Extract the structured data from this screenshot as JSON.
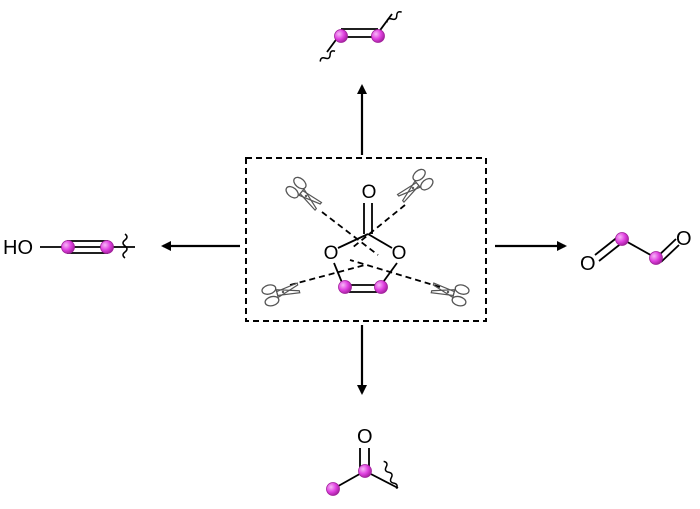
{
  "diagram": {
    "center": {
      "carbonyl_oxygen": "O",
      "ring_oxygen_left": "O",
      "ring_oxygen_right": "O"
    },
    "left_product": {
      "hydroxyl": "HO"
    },
    "right_product": {
      "oxygen_left": "O",
      "oxygen_right": "O"
    },
    "bottom_product": {
      "oxygen": "O"
    },
    "colors": {
      "atom_fill": "#e040e0",
      "atom_highlight": "#f6b8f6",
      "line": "#000000",
      "scissors": "#555555"
    }
  }
}
